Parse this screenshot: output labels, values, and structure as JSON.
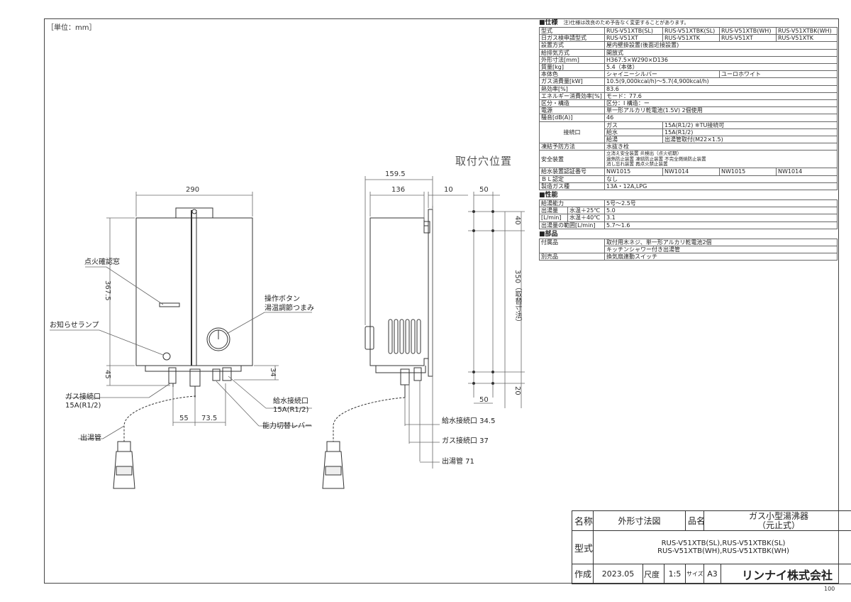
{
  "unit_label": "［単位：mm］",
  "dims": {
    "w290": "290",
    "h3675": "367.5",
    "h45": "45",
    "h34": "34",
    "d55": "55",
    "d735": "73.5",
    "d1595": "159.5",
    "d136": "136",
    "d10": "10",
    "m50top": "50",
    "m40": "40",
    "m350": "350（取替寸法）",
    "m20": "20",
    "m50bot": "50"
  },
  "front_labels": {
    "ignition_window": "点火確認窓",
    "notice_lamp": "お知らせランプ",
    "operation_button_1": "操作ボタン",
    "operation_button_2": "湯温調節つまみ",
    "gas_inlet_1": "ガス接続口",
    "gas_inlet_2": "15A(R1/2)",
    "water_inlet_1": "給水接続口",
    "water_inlet_2": "15A(R1/2)",
    "flow_lever": "能力切替レバー",
    "outlet_pipe": "出湯管"
  },
  "side_labels": {
    "mount_hole_title": "取付穴位置",
    "water_inlet_depth": "給水接続口 34.5",
    "gas_inlet_depth": "ガス接続口 37",
    "outlet_depth": "出湯管 71"
  },
  "spec": {
    "section_title": "■仕様",
    "note": "注)仕様は改良のため予告なく変更することがあります。",
    "models_header": "型式",
    "models": [
      "RUS-V51XTB(SL)",
      "RUS-V51XTBK(SL)",
      "RUS-V51XTB(WH)",
      "RUS-V51XTBK(WH)"
    ],
    "approval_header": "日ガス検申請型式",
    "approvals": [
      "RUS-V51XT",
      "RUS-V51XTK",
      "RUS-V51XT",
      "RUS-V51XTK"
    ],
    "rows": [
      {
        "k": "設置方式",
        "v": "屋内壁掛設置(後面近接設置)"
      },
      {
        "k": "給排気方式",
        "v": "開放式"
      },
      {
        "k": "外形寸法[mm]",
        "v": "H367.5×W290×D136"
      },
      {
        "k": "質量[kg]",
        "v": "5.4（本体）"
      }
    ],
    "color_header": "本体色",
    "color_1": "シャイニーシルバー",
    "color_2": "ユーロホワイト",
    "rows2": [
      {
        "k": "ガス消費量[kW]",
        "v": "10.5(9,000kcal/h)〜5.7(4,900kcal/h)"
      },
      {
        "k": "熱効率[%]",
        "v": "83.6"
      },
      {
        "k": "エネルギー消費効率[%]",
        "v": "モード：77.6"
      },
      {
        "k": "区分・構造",
        "v": "区分：Ⅰ 構造：ー"
      },
      {
        "k": "電源",
        "v": "単一形アルカリ乾電池(1.5V) 2個使用"
      },
      {
        "k": "騒音[dB(A)]",
        "v": "46"
      }
    ],
    "conn_header": "接続口",
    "conn": [
      {
        "k": "ガス",
        "v": "15A(R1/2) ※TU接続可"
      },
      {
        "k": "給水",
        "v": "15A(R1/2)"
      },
      {
        "k": "給湯",
        "v": "出湯管取付(M22×1.5)"
      }
    ],
    "freeze_header": "凍結予防方法",
    "freeze": "水抜き栓",
    "safety_header": "安全装置",
    "safety": [
      "立消え安全装置 炎検出（点火初期）",
      "過熱防止装置 凍結防止装置 不完全燃焼防止装置",
      "消し忘れ装置 再点火禁止装置"
    ],
    "cert_header": "給水装置認証番号",
    "certs": [
      "NW1015",
      "NW1014",
      "NW1015",
      "NW1014"
    ],
    "rows3": [
      {
        "k": "ＢＬ認定",
        "v": "なし"
      },
      {
        "k": "製造ガス種",
        "v": "13A・12A,LPG"
      }
    ],
    "perf_title": "■性能",
    "perf_capacity_k": "給湯能力",
    "perf_capacity_v": "5号〜2.5号",
    "perf_flow_k1": "出湯量",
    "perf_flow_k2": "[L/min]",
    "perf_flow_a": "水温＋25℃",
    "perf_flow_a_v": "5.0",
    "perf_flow_b": "水温＋40℃",
    "perf_flow_b_v": "3.1",
    "perf_range_k": "出湯量の範囲[L/min]",
    "perf_range_v": "5.7〜1.6",
    "parts_title": "■部品",
    "parts_k": "付属品",
    "parts_v1": "取付用木ネジ、単一形アルカリ乾電池2個",
    "parts_v2": "キッチンシャワー付き出湯管",
    "option_k": "別売品",
    "option_v": "換気扇連動スイッチ"
  },
  "title_block": {
    "name_label": "名称",
    "name_value": "外形寸法図",
    "product_label": "品名",
    "product_line1": "ガス小型湯沸器",
    "product_line2": "（元止式）",
    "model_label": "型式",
    "model_line1": "RUS-V51XTB(SL),RUS-V51XTBK(SL)",
    "model_line2": "RUS-V51XTB(WH),RUS-V51XTBK(WH)",
    "made_label": "作成",
    "made_value": "2023.05",
    "scale_label": "尺度",
    "scale_value": "1:5",
    "size_label": "サイズ",
    "size_value": "A3",
    "company": "リンナイ株式会社"
  },
  "page_number": "100"
}
